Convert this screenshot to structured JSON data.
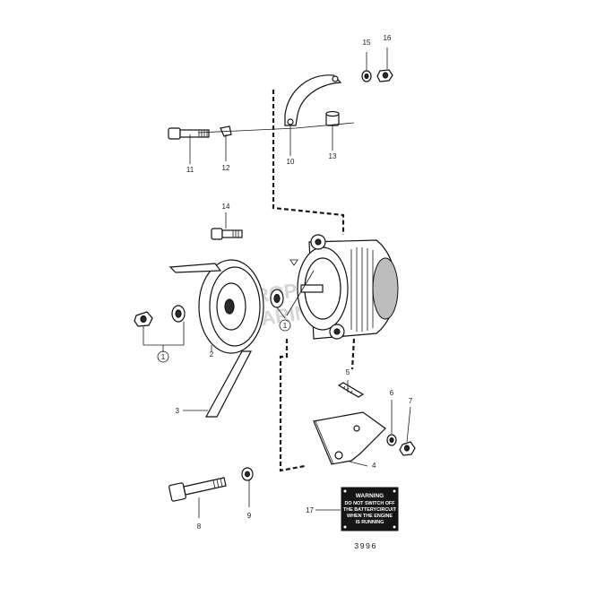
{
  "callouts": [
    {
      "id": "c1a",
      "text": "1"
    },
    {
      "id": "c1b",
      "text": "1"
    },
    {
      "id": "c2",
      "text": "2"
    },
    {
      "id": "c3",
      "text": "3"
    },
    {
      "id": "c4",
      "text": "4"
    },
    {
      "id": "c5",
      "text": "5"
    },
    {
      "id": "c6",
      "text": "6"
    },
    {
      "id": "c7",
      "text": "7"
    },
    {
      "id": "c8",
      "text": "8"
    },
    {
      "id": "c9",
      "text": "9"
    },
    {
      "id": "c10",
      "text": "10"
    },
    {
      "id": "c11",
      "text": "11"
    },
    {
      "id": "c12",
      "text": "12"
    },
    {
      "id": "c13",
      "text": "13"
    },
    {
      "id": "c14",
      "text": "14"
    },
    {
      "id": "c15",
      "text": "15"
    },
    {
      "id": "c16",
      "text": "16"
    },
    {
      "id": "c17",
      "text": "17"
    }
  ],
  "warning_plate": {
    "title": "WARNING",
    "lines": [
      "DO NOT SWITCH OFF",
      "THE BATTERYCIRCUIT",
      "WHEN THE ENGINE",
      "IS RUNNING"
    ]
  },
  "drawing_number": "3996",
  "watermark": [
    "PROPERTY OF",
    "MARINE PARTS"
  ]
}
